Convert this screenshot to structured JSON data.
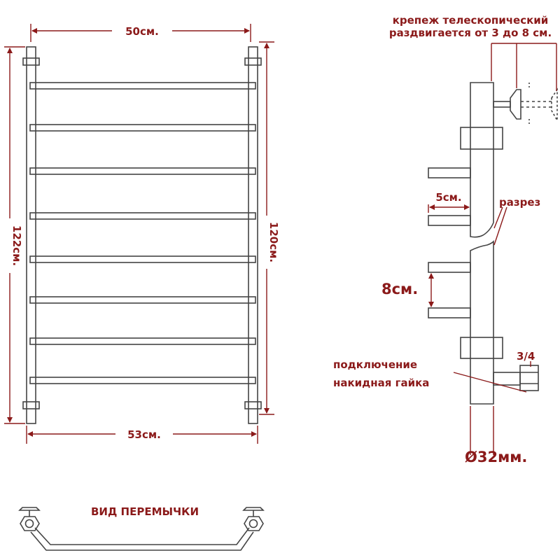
{
  "colors": {
    "line": "#444444",
    "dim": "#8b1a1a",
    "label": "#8b1a1a",
    "background": "#ffffff"
  },
  "front": {
    "width_top": "50см.",
    "width_bottom": "53см.",
    "height_left": "122см.",
    "height_right": "120см."
  },
  "side": {
    "mount_title_1": "крепеж телескопический",
    "mount_title_2": "раздвигается от 3 до 8 см.",
    "offset": "5см.",
    "cut": "разрез",
    "spacing": "8см.",
    "thread": "3/4",
    "connection_1": "подключение",
    "connection_2": "накидная гайка",
    "diameter": "Ø32мм."
  },
  "bridge": {
    "title": "ВИД ПЕРЕМЫЧКИ"
  }
}
